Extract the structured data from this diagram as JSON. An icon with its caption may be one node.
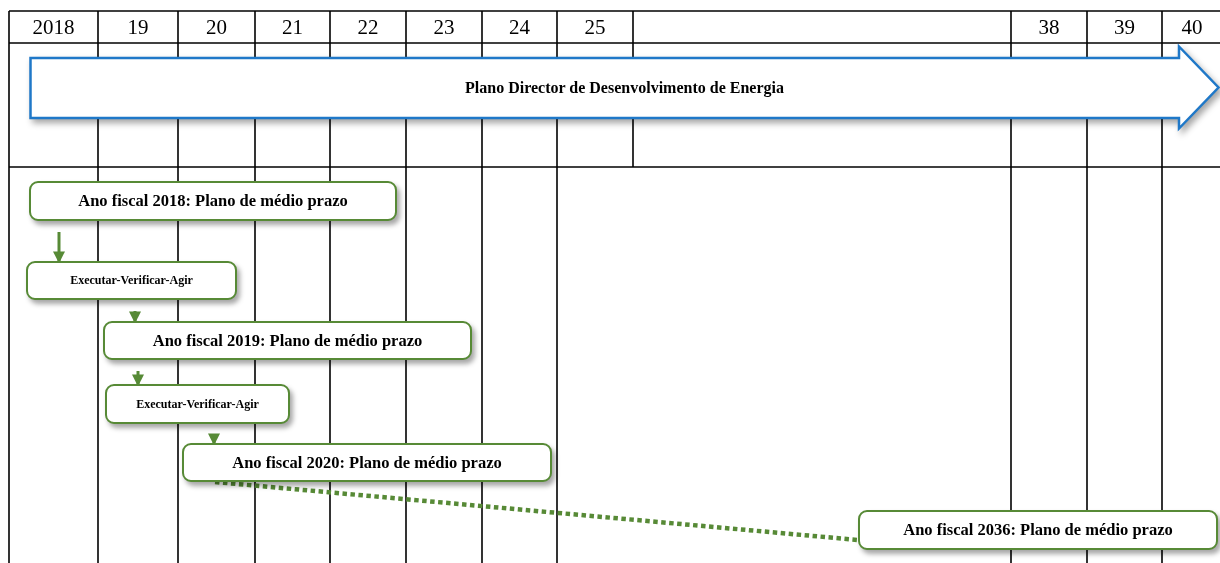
{
  "diagram": {
    "nodes": [
      {
        "text": [
          "Plano Director de Desenvolvimento de Energia"
        ]
      },
      {
        "text": [
          "Ano fiscal 2018: Plano de médio prazo"
        ]
      },
      {
        "text": [
          "Executar-Verificar-Agir"
        ]
      },
      {
        "text": [
          "Ano fiscal 2019: Plano de médio prazo"
        ]
      },
      {
        "text": [
          "Executar-Verificar-Agir"
        ]
      },
      {
        "text": [
          "Ano fiscal 2020: Plano de médio prazo"
        ]
      },
      {
        "text": [
          "Ano fiscal 2036: Plano de médio prazo"
        ]
      }
    ],
    "edges": [
      {
        "from": 1,
        "to": 2,
        "arrow": "to"
      },
      {
        "from": 2,
        "to": 3,
        "arrow": "to"
      },
      {
        "from": 3,
        "to": 4,
        "arrow": "to"
      },
      {
        "from": 4,
        "to": 5,
        "arrow": "to"
      },
      {
        "from": 5,
        "to": 6,
        "arrow": "none",
        "style": "dashed"
      }
    ],
    "labels": [
      "2018",
      "19",
      "20",
      "21",
      "22",
      "23",
      "24",
      "25",
      "38",
      "39",
      "40"
    ]
  }
}
